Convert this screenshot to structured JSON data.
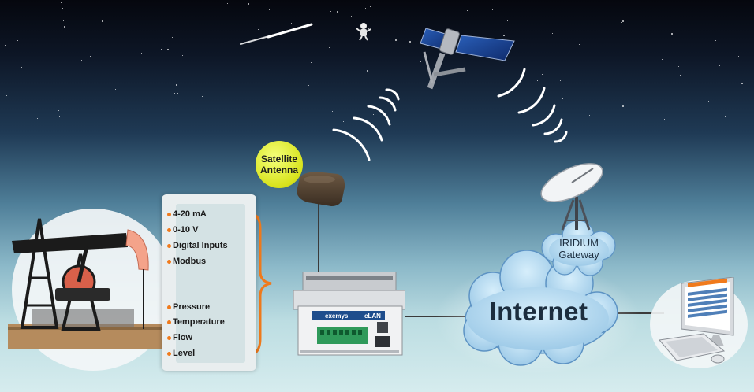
{
  "labels": {
    "satellite_antenna": [
      "Satellite",
      "Antenna"
    ],
    "iridium_gateway": [
      "IRIDIUM",
      "Gateway"
    ],
    "internet": "Internet",
    "device_brand": "exemys",
    "device_model": "cLAN"
  },
  "signal_inputs": [
    "4-20 mA",
    "0-10 V",
    "Digital Inputs",
    "Modbus"
  ],
  "sensor_inputs": [
    "Pressure",
    "Temperature",
    "Flow",
    "Level"
  ],
  "colors": {
    "accent_orange": "#f07a1c",
    "label_yellow": "#d8e31d",
    "cloud_blue": "#b6dcf3",
    "text_dark": "#1c2d3e"
  },
  "icons": [
    "satellite-icon",
    "astronaut-icon",
    "shooting-star-icon",
    "satellite-antenna-icon",
    "ground-dish-icon",
    "pump-jack-icon",
    "data-logger-icon",
    "monitor-icon",
    "keyboard-icon"
  ]
}
